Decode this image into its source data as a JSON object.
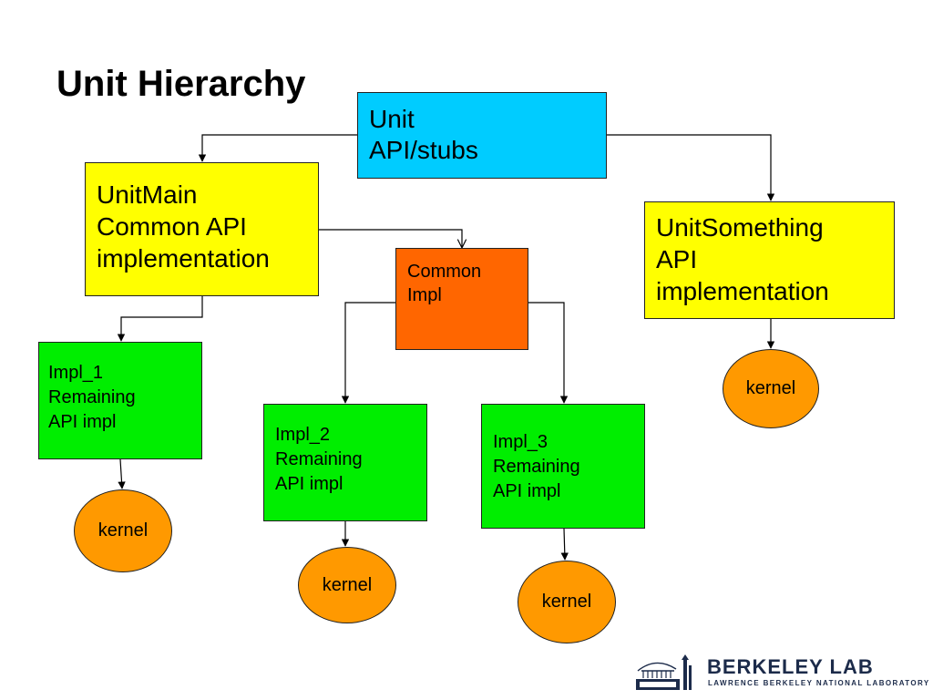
{
  "slide": {
    "title": "Unit Hierarchy"
  },
  "boxes": {
    "unit": {
      "lines": [
        "Unit",
        "API/stubs"
      ],
      "color": "#00ccff"
    },
    "unit_main": {
      "lines": [
        "UnitMain",
        "Common API",
        "implementation"
      ],
      "color": "#ffff00"
    },
    "common_impl": {
      "lines": [
        "Common",
        "Impl"
      ],
      "color": "#ff6600"
    },
    "unit_something": {
      "lines": [
        "UnitSomething",
        "API",
        "implementation"
      ],
      "color": "#ffff00"
    },
    "impl_1": {
      "lines": [
        "Impl_1",
        "Remaining",
        "API impl"
      ],
      "color": "#00ee00"
    },
    "impl_2": {
      "lines": [
        "Impl_2",
        "Remaining",
        "API impl"
      ],
      "color": "#00ee00"
    },
    "impl_3": {
      "lines": [
        "Impl_3",
        "Remaining",
        "API impl"
      ],
      "color": "#00ee00"
    }
  },
  "kernels": {
    "color": "#ff9900",
    "impl_1": "kernel",
    "impl_2": "kernel",
    "impl_3": "kernel",
    "unit_something": "kernel"
  },
  "logo": {
    "name": "BERKELEY LAB",
    "subtitle": "LAWRENCE BERKELEY NATIONAL LABORATORY",
    "icon": "berkeley-lab-building-icon"
  }
}
